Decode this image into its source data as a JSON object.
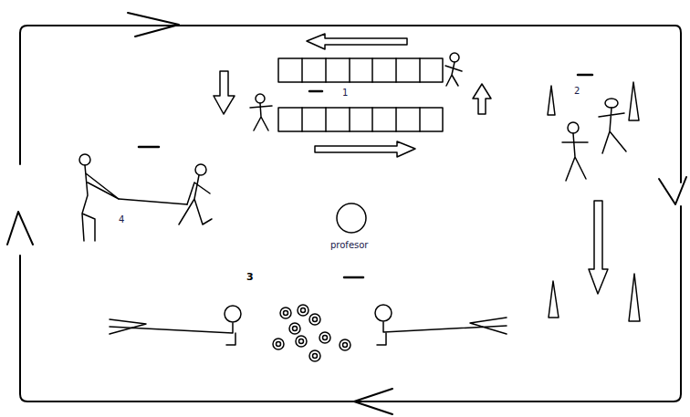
{
  "diagram": {
    "labels": [
      "1",
      "2",
      "4",
      "profesor",
      "3"
    ]
  }
}
